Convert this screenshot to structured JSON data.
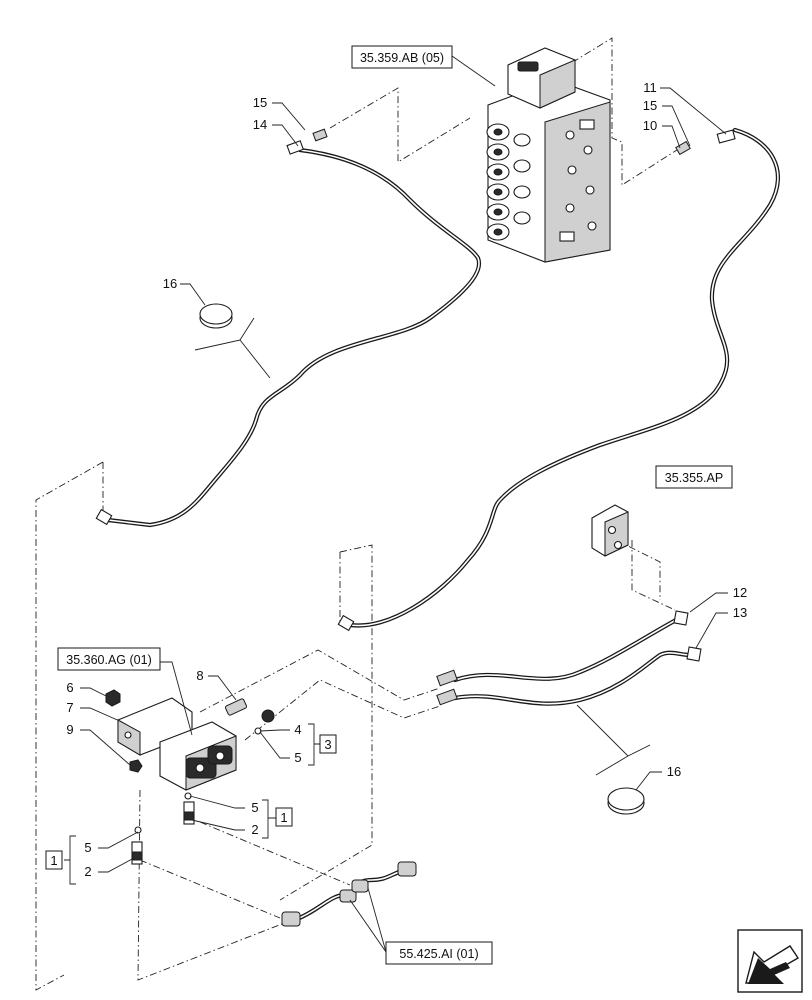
{
  "references": {
    "control_valve": "35.359.AB (05)",
    "valve_block": "35.355.AP",
    "solenoid_valve": "35.360.AG (01)",
    "harness": "55.425.AI (01)"
  },
  "callouts": {
    "c15_top_left": "15",
    "c14": "14",
    "c11": "11",
    "c15_top_right": "15",
    "c10": "10",
    "c16_left": "16",
    "c16_right": "16",
    "c12": "12",
    "c13": "13",
    "c8": "8",
    "c6": "6",
    "c7": "7",
    "c9": "9",
    "c4": "4",
    "c5_group3": "5",
    "c5_group1_right": "5",
    "c2_group1_right": "2",
    "c5_group1_left": "5",
    "c2_group1_left": "2"
  },
  "group_labels": {
    "g3": "3",
    "g1_right": "1",
    "g1_left": "1"
  },
  "icons": {
    "orientation": "direction-arrow-icon"
  }
}
